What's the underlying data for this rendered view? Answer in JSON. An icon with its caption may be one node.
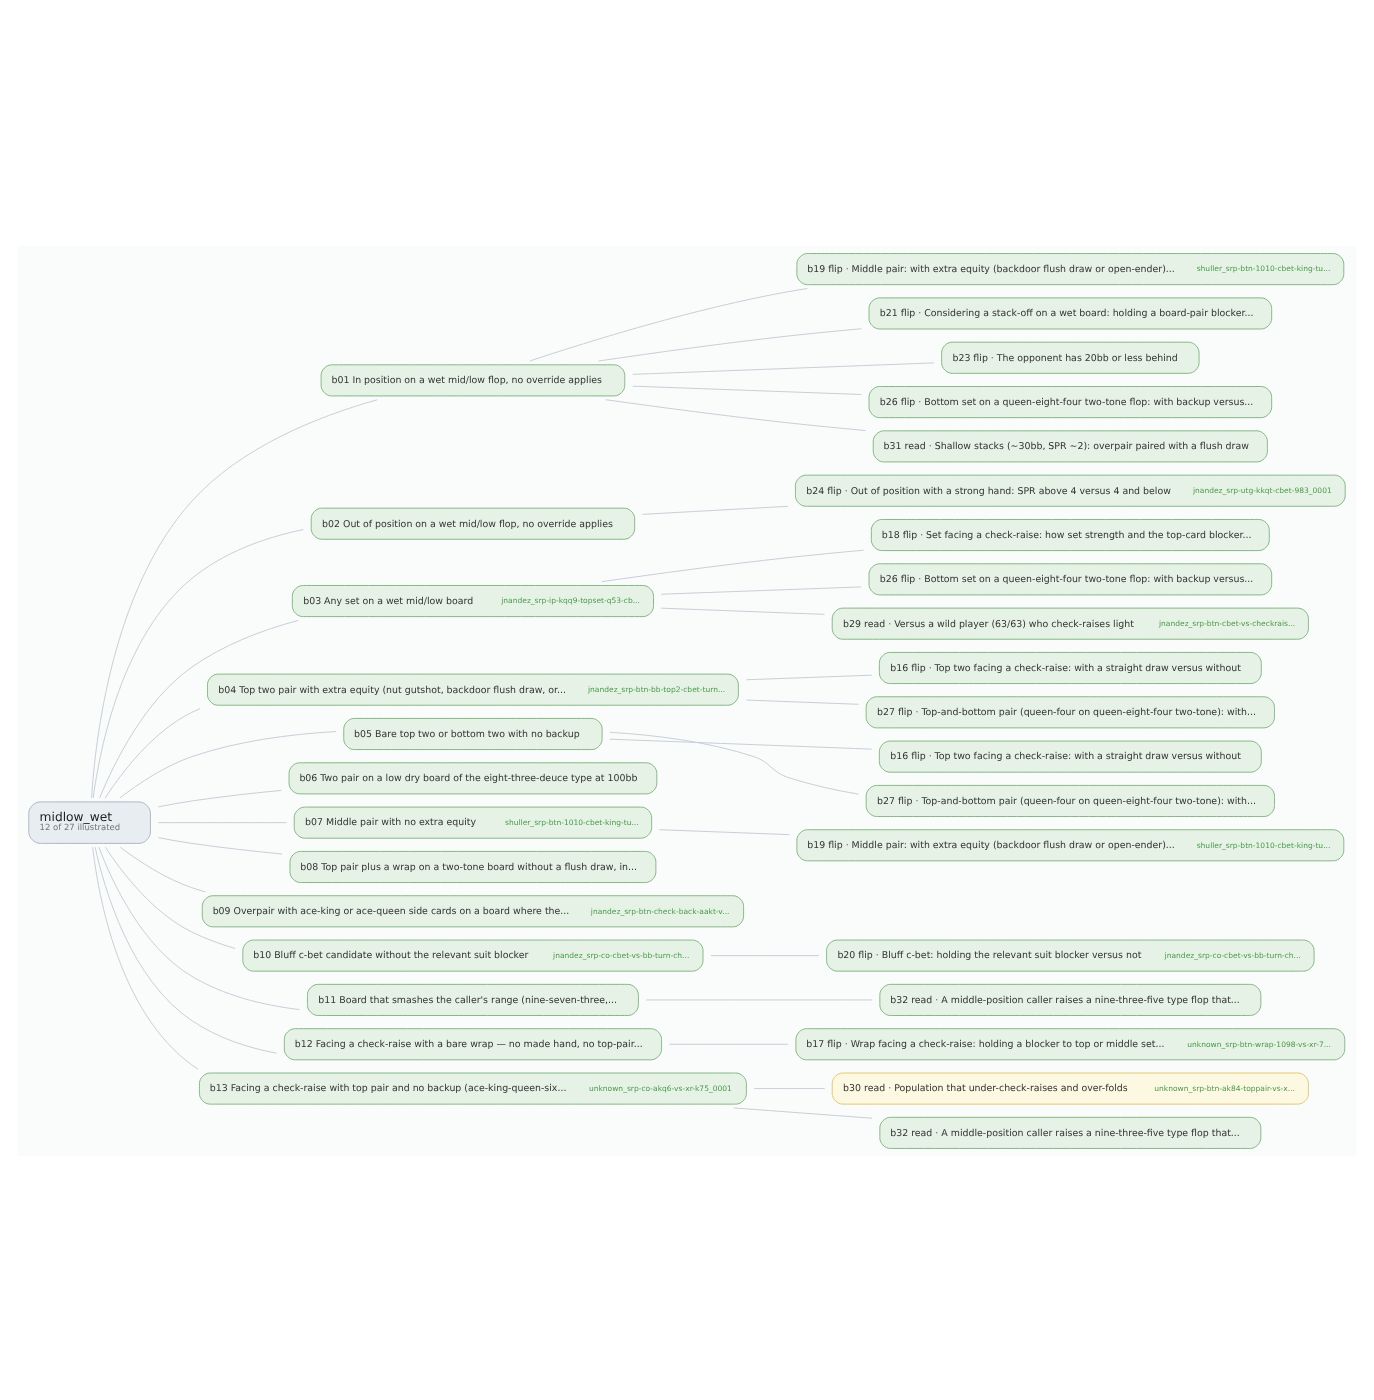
{
  "diagram": {
    "nodes": [
      {
        "text": [
          "midlow_wet",
          "12 of 27 illustrated"
        ]
      },
      {
        "text": [
          "b01 In position on a wet mid/low flop, no override applies"
        ]
      },
      {
        "text": [
          "b19 flip · Middle pair: with extra equity (backdoor flush draw or open-ender)...",
          "shuller_srp-btn-1010-cbet-king-tu..."
        ]
      },
      {
        "text": [
          "b21 flip · Considering a stack-off on a wet board: holding a board-pair blocker..."
        ]
      },
      {
        "text": [
          "b23 flip · The opponent has 20bb or less behind"
        ]
      },
      {
        "text": [
          "b26 flip · Bottom set on a queen-eight-four two-tone flop: with backup versus..."
        ]
      },
      {
        "text": [
          "b31 read · Shallow stacks (~30bb, SPR ~2): overpair paired with a flush draw"
        ]
      },
      {
        "text": [
          "b02 Out of position on a wet mid/low flop, no override applies"
        ]
      },
      {
        "text": [
          "b24 flip · Out of position with a strong hand: SPR above 4 versus 4 and below",
          "jnandez_srp-utg-kkqt-cbet-983_0001"
        ]
      },
      {
        "text": [
          "b03 Any set on a wet mid/low board",
          "jnandez_srp-ip-kqq9-topset-q53-cb..."
        ]
      },
      {
        "text": [
          "b18 flip · Set facing a check-raise: how set strength and the top-card blocker..."
        ]
      },
      {
        "text": [
          "b26 flip · Bottom set on a queen-eight-four two-tone flop: with backup versus..."
        ]
      },
      {
        "text": [
          "b29 read · Versus a wild player (63/63) who check-raises light",
          "jnandez_srp-btn-cbet-vs-checkrais..."
        ]
      },
      {
        "text": [
          "b04 Top two pair with extra equity (nut gutshot, backdoor flush draw, or...",
          "jnandez_srp-btn-bb-top2-cbet-turn..."
        ]
      },
      {
        "text": [
          "b16 flip · Top two facing a check-raise: with a straight draw versus without"
        ]
      },
      {
        "text": [
          "b27 flip · Top-and-bottom pair (queen-four on queen-eight-four two-tone): with..."
        ]
      },
      {
        "text": [
          "b05 Bare top two or bottom two with no backup"
        ]
      },
      {
        "text": [
          "b16 flip · Top two facing a check-raise: with a straight draw versus without"
        ]
      },
      {
        "text": [
          "b27 flip · Top-and-bottom pair (queen-four on queen-eight-four two-tone): with..."
        ]
      },
      {
        "text": [
          "b06 Two pair on a low dry board of the eight-three-deuce type at 100bb"
        ]
      },
      {
        "text": [
          "b07 Middle pair with no extra equity",
          "shuller_srp-btn-1010-cbet-king-tu..."
        ]
      },
      {
        "text": [
          "b19 flip · Middle pair: with extra equity (backdoor flush draw or open-ender)...",
          "shuller_srp-btn-1010-cbet-king-tu..."
        ]
      },
      {
        "text": [
          "b08 Top pair plus a wrap on a two-tone board without a flush draw, in..."
        ]
      },
      {
        "text": [
          "b09 Overpair with ace-king or ace-queen side cards on a board where the...",
          "jnandez_srp-btn-check-back-aakt-v..."
        ]
      },
      {
        "text": [
          "b10 Bluff c-bet candidate without the relevant suit blocker",
          "jnandez_srp-co-cbet-vs-bb-turn-ch..."
        ]
      },
      {
        "text": [
          "b20 flip · Bluff c-bet: holding the relevant suit blocker versus not",
          "jnandez_srp-co-cbet-vs-bb-turn-ch..."
        ]
      },
      {
        "text": [
          "b11 Board that smashes the caller's range (nine-seven-three,..."
        ]
      },
      {
        "text": [
          "b32 read · A middle-position caller raises a nine-three-five type flop that..."
        ]
      },
      {
        "text": [
          "b12 Facing a check-raise with a bare wrap — no made hand, no top-pair..."
        ]
      },
      {
        "text": [
          "b17 flip · Wrap facing a check-raise: holding a blocker to top or middle set...",
          "unknown_srp-btn-wrap-1098-vs-xr-7..."
        ]
      },
      {
        "text": [
          "b13 Facing a check-raise with top pair and no backup (ace-king-queen-six...",
          "unknown_srp-co-akq6-vs-xr-k75_0001"
        ]
      },
      {
        "text": [
          "b30 read · Population that under-check-raises and over-folds",
          "unknown_srp-btn-ak84-toppair-vs-x..."
        ]
      },
      {
        "text": [
          "b32 read · A middle-position caller raises a nine-three-five type flop that..."
        ]
      }
    ],
    "edges": [
      {
        "from": 0,
        "to": 1,
        "arrow": "none"
      },
      {
        "from": 1,
        "to": 2,
        "arrow": "none"
      },
      {
        "from": 1,
        "to": 3,
        "arrow": "none"
      },
      {
        "from": 1,
        "to": 4,
        "arrow": "none"
      },
      {
        "from": 1,
        "to": 5,
        "arrow": "none"
      },
      {
        "from": 1,
        "to": 6,
        "arrow": "none"
      },
      {
        "from": 0,
        "to": 7,
        "arrow": "none"
      },
      {
        "from": 7,
        "to": 8,
        "arrow": "none"
      },
      {
        "from": 0,
        "to": 9,
        "arrow": "none"
      },
      {
        "from": 9,
        "to": 10,
        "arrow": "none"
      },
      {
        "from": 9,
        "to": 11,
        "arrow": "none"
      },
      {
        "from": 9,
        "to": 12,
        "arrow": "none"
      },
      {
        "from": 0,
        "to": 13,
        "arrow": "none"
      },
      {
        "from": 13,
        "to": 14,
        "arrow": "none"
      },
      {
        "from": 13,
        "to": 15,
        "arrow": "none"
      },
      {
        "from": 0,
        "to": 16,
        "arrow": "none"
      },
      {
        "from": 16,
        "to": 17,
        "arrow": "none"
      },
      {
        "from": 16,
        "to": 18,
        "arrow": "none"
      },
      {
        "from": 0,
        "to": 19,
        "arrow": "none"
      },
      {
        "from": 0,
        "to": 20,
        "arrow": "none"
      },
      {
        "from": 20,
        "to": 21,
        "arrow": "none"
      },
      {
        "from": 0,
        "to": 22,
        "arrow": "none"
      },
      {
        "from": 0,
        "to": 23,
        "arrow": "none"
      },
      {
        "from": 0,
        "to": 24,
        "arrow": "none"
      },
      {
        "from": 24,
        "to": 25,
        "arrow": "none"
      },
      {
        "from": 0,
        "to": 26,
        "arrow": "none"
      },
      {
        "from": 26,
        "to": 27,
        "arrow": "none"
      },
      {
        "from": 0,
        "to": 28,
        "arrow": "none"
      },
      {
        "from": 28,
        "to": 29,
        "arrow": "none"
      },
      {
        "from": 0,
        "to": 30,
        "arrow": "none"
      },
      {
        "from": 30,
        "to": 31,
        "arrow": "none"
      },
      {
        "from": 30,
        "to": 32,
        "arrow": "none"
      }
    ]
  }
}
